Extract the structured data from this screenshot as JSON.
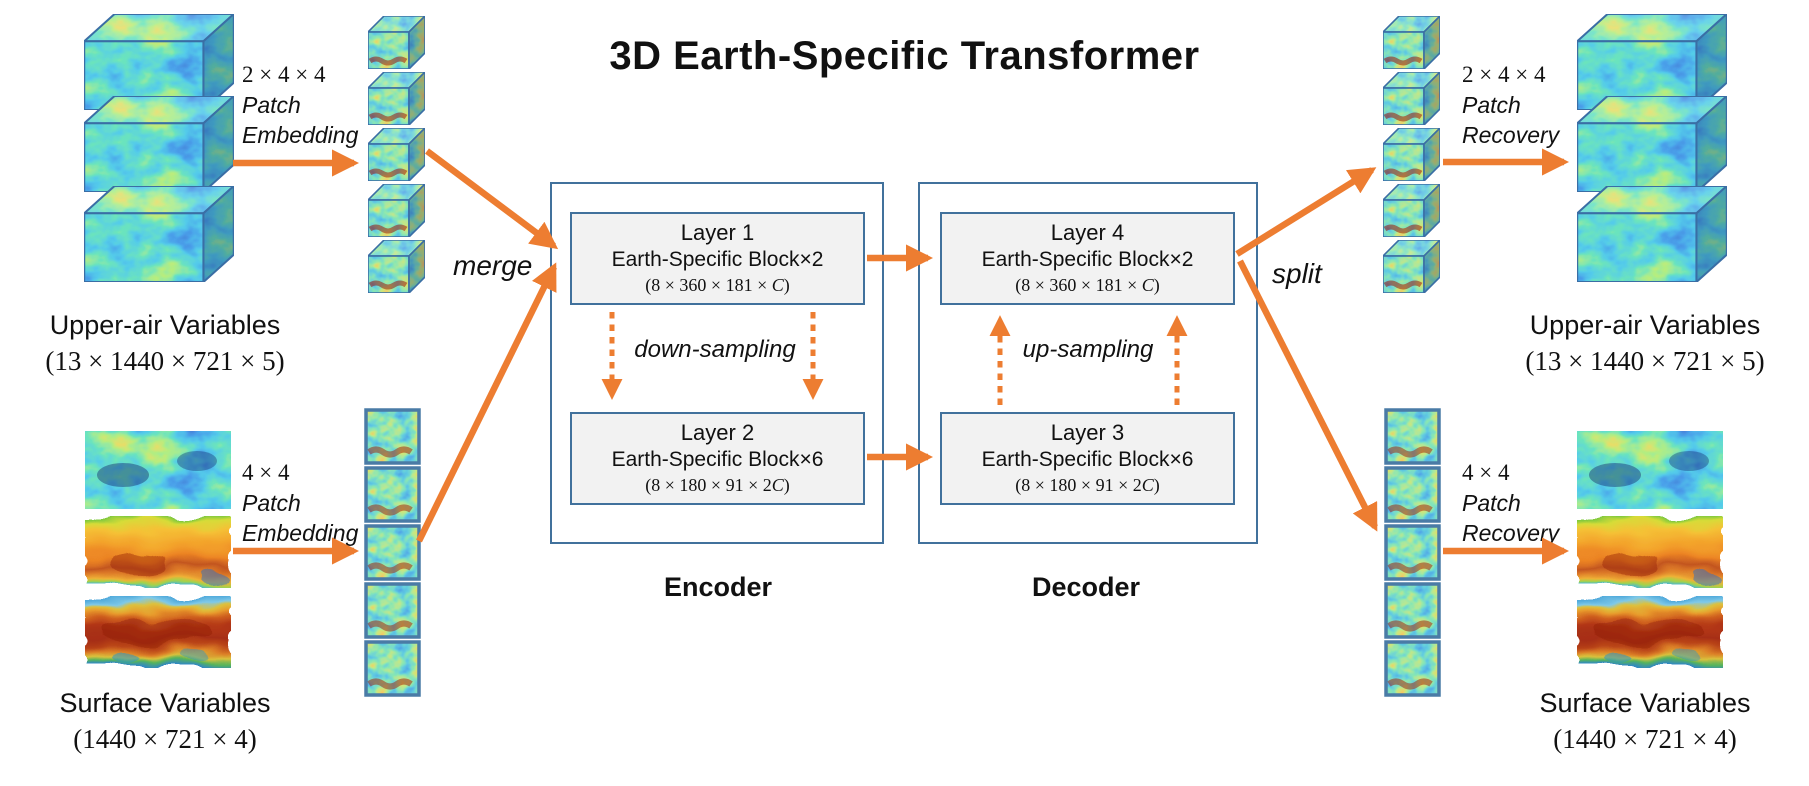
{
  "title": "3D Earth-Specific Transformer",
  "colors": {
    "arrow_orange": "#ED7D31",
    "box_border_blue": "#41719C",
    "layer_fill": "#F2F2F2",
    "patch_border_blue": "#4A7BA6"
  },
  "flow": {
    "merge_label": "merge",
    "split_label": "split"
  },
  "encoder": {
    "label": "Encoder",
    "sampling_label": "down-sampling",
    "layers": [
      {
        "name": "Layer 1",
        "block": "Earth-Specific Block×2",
        "dims_prefix": "(8 × 360 × 181 × ",
        "dims_var": "C",
        "dims_suffix": ")"
      },
      {
        "name": "Layer 2",
        "block": "Earth-Specific Block×6",
        "dims_prefix": "(8 × 180 × 91 × 2",
        "dims_var": "C",
        "dims_suffix": ")"
      }
    ]
  },
  "decoder": {
    "label": "Decoder",
    "sampling_label": "up-sampling",
    "layers": [
      {
        "name": "Layer 4",
        "block": "Earth-Specific Block×2",
        "dims_prefix": "(8 × 360 × 181 × ",
        "dims_var": "C",
        "dims_suffix": ")"
      },
      {
        "name": "Layer 3",
        "block": "Earth-Specific Block×6",
        "dims_prefix": "(8 × 180 × 91 × 2",
        "dims_var": "C",
        "dims_suffix": ")"
      }
    ]
  },
  "inputs": {
    "upper_air": {
      "label": "Upper-air Variables",
      "dims": "(13 × 1440 × 721 × 5)",
      "patch_op": {
        "dims": "2 × 4 × 4",
        "line1": "Patch",
        "line2": "Embedding"
      }
    },
    "surface": {
      "label": "Surface Variables",
      "dims": "(1440 × 721 × 4)",
      "patch_op": {
        "dims": "4 × 4",
        "line1": "Patch",
        "line2": "Embedding"
      }
    }
  },
  "outputs": {
    "upper_air": {
      "label": "Upper-air Variables",
      "dims": "(13 × 1440 × 721 × 5)",
      "patch_op": {
        "dims": "2 × 4 × 4",
        "line1": "Patch",
        "line2": "Recovery"
      }
    },
    "surface": {
      "label": "Surface Variables",
      "dims": "(1440 × 721 × 4)",
      "patch_op": {
        "dims": "4 × 4",
        "line1": "Patch",
        "line2": "Recovery"
      }
    }
  }
}
